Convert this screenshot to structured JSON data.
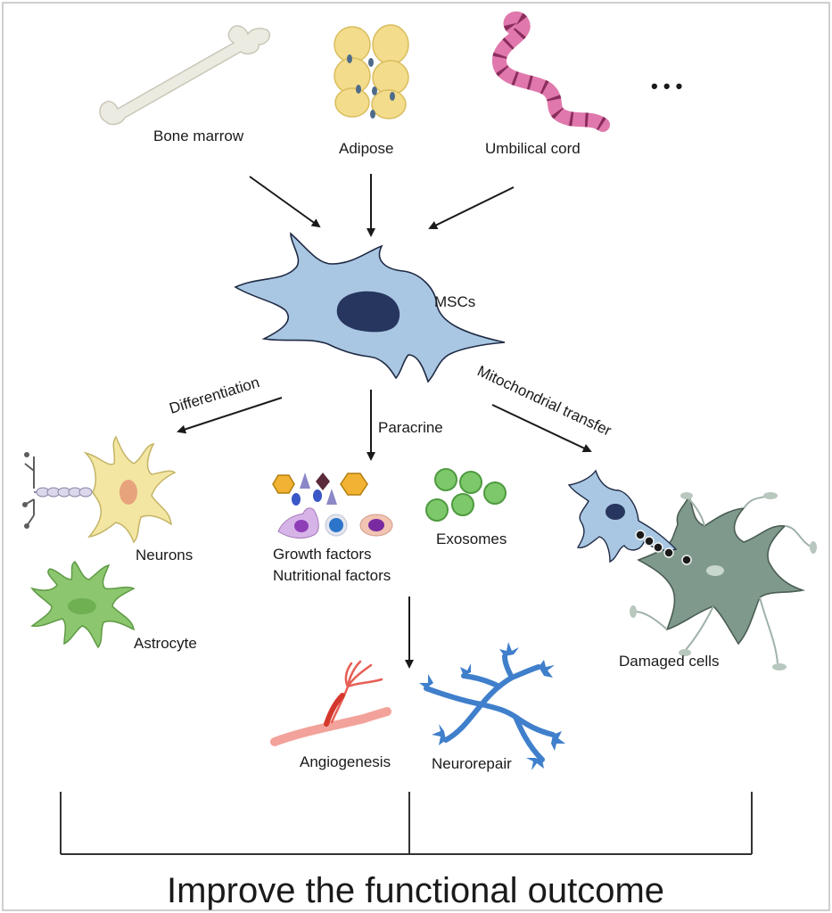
{
  "sources": {
    "bone_marrow": "Bone marrow",
    "adipose": "Adipose",
    "umbilical_cord": "Umbilical cord",
    "more": "• • •"
  },
  "center": {
    "mscs": "MSCs"
  },
  "mechanisms": {
    "differentiation": "Differentiation",
    "paracrine": "Paracrine",
    "mitochondrial_transfer": "Mitochondrial transfer"
  },
  "differentiation_targets": {
    "neurons": "Neurons",
    "astrocyte": "Astrocyte"
  },
  "paracrine_products": {
    "growth_factors": "Growth factors",
    "nutritional_factors": "Nutritional  factors",
    "exosomes": "Exosomes"
  },
  "mito_target": {
    "damaged_cells": "Damaged cells"
  },
  "effects": {
    "angiogenesis": "Angiogenesis",
    "neurorepair": "Neurorepair"
  },
  "outcome": {
    "title": "Improve the functional outcome"
  },
  "colors": {
    "msc_body": "#a9c7e2",
    "msc_nucleus": "#27365f",
    "bone": "#ecebe1",
    "adipose": "#f3dc8c",
    "cord": "#e078ad",
    "exosome": "#7cc86a",
    "damaged_cell": "#7f9a8c",
    "astrocyte": "#8cc66f",
    "neuron_body": "#f3e6a3",
    "vessel": "#e65f55",
    "neurorepair": "#3f7fcb",
    "frame": "#bdbdbd"
  }
}
